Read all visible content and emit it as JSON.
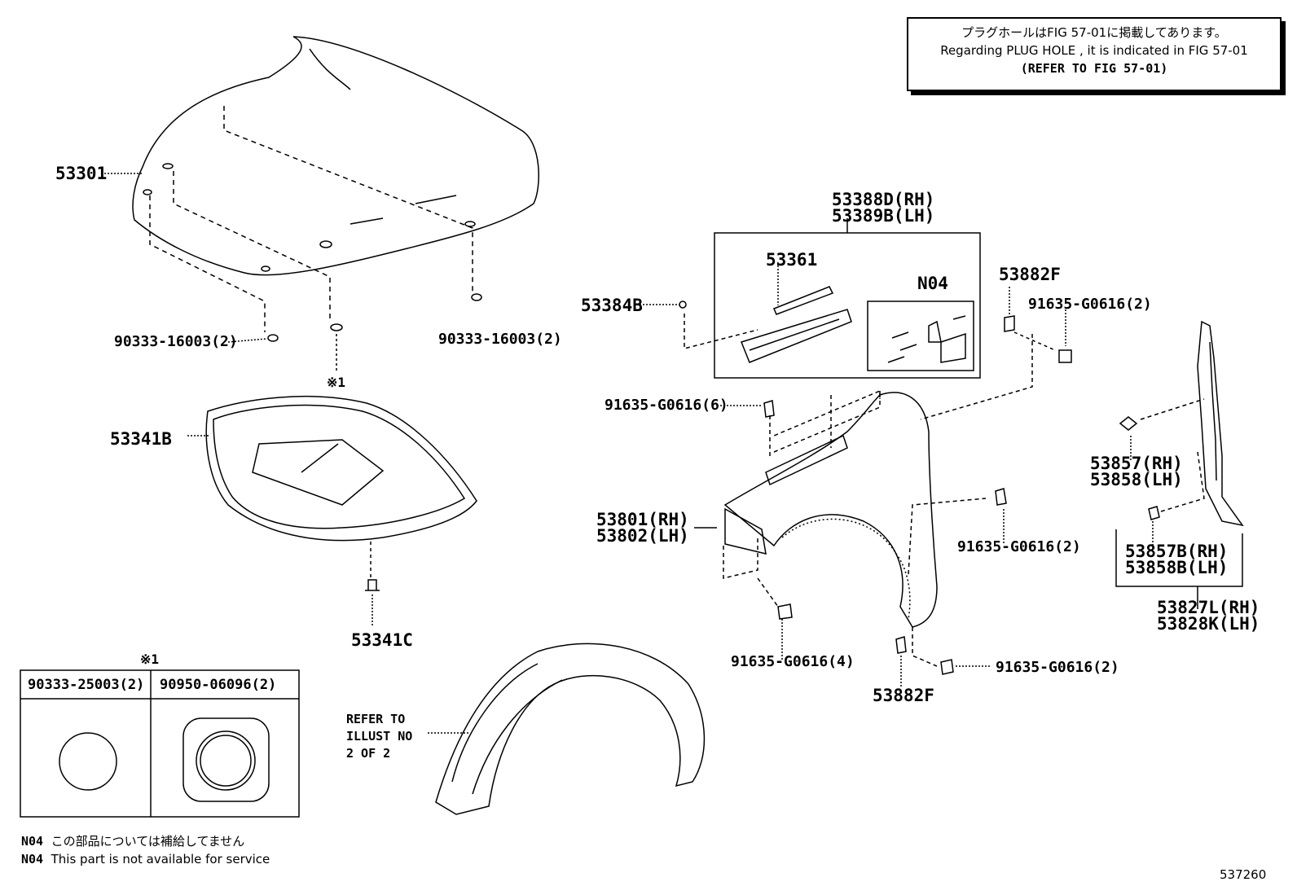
{
  "note": {
    "jp": "プラグホールはFIG 57-01に掲載してあります。",
    "en": "Regarding PLUG HOLE , it is indicated in FIG 57-01",
    "ref": "(REFER TO FIG 57-01)"
  },
  "labels": {
    "p53301": "53301",
    "p90333_l": "90333-16003(2)",
    "p90333_r": "90333-16003(2)",
    "kome1": "※1",
    "p53341B": "53341B",
    "p53341C": "53341C",
    "p53388D": "53388D(RH)",
    "p53389B": "53389B(LH)",
    "p53361": "53361",
    "pN04": "N04",
    "p53882F_t": "53882F",
    "p91635_2a": "91635-G0616(2)",
    "p53384B": "53384B",
    "p91635_6": "91635-G0616(6)",
    "p53801": "53801(RH)",
    "p53802": "53802(LH)",
    "p91635_2b": "91635-G0616(2)",
    "p91635_4": "91635-G0616(4)",
    "p53882F_b": "53882F",
    "p91635_2c": "91635-G0616(2)",
    "p53857": "53857(RH)",
    "p53858": "53858(LH)",
    "p53857B": "53857B(RH)",
    "p53858B": "53858B(LH)",
    "p53827L": "53827L(RH)",
    "p53828K": "53828K(LH)",
    "refer": "REFER TO\nILLUST NO\n2 OF 2"
  },
  "table": {
    "mark": "※1",
    "col1": "90333-25003(2)",
    "col2": "90950-06096(2)"
  },
  "footnotes": {
    "n04_code": "N04",
    "jp": "この部品については補給してません",
    "en": "This part is not available for service"
  },
  "figure_number": "537260"
}
